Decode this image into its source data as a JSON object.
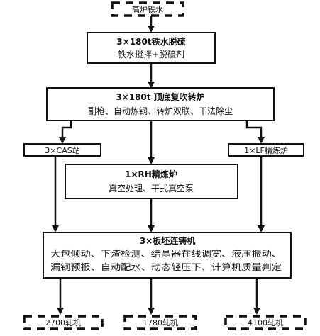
{
  "nodes": {
    "blast_furnace": {
      "label": "高炉铁水"
    },
    "desulfurization": {
      "title": "3×180t铁水脱硫",
      "detail": "铁水搅拌+脱硫剂"
    },
    "converter": {
      "title": "3×180t 顶底复吹转炉",
      "detail": "副枪、自动炼钢、转炉双联、干法除尘"
    },
    "cas": {
      "label": "3×CAS站"
    },
    "lf": {
      "label": "1×LF精炼炉"
    },
    "rh": {
      "title": "1×RH精炼炉",
      "detail": "真空处理、干式真空泵"
    },
    "caster": {
      "title": "3×板坯连铸机",
      "detail_line1": "大包倾动、下渣检测、结晶器在线调宽、液压振动、",
      "detail_line2": "漏钢预报、自动配水、动态轻压下、计算机质量判定"
    },
    "mill_2700": {
      "label": "2700轧机"
    },
    "mill_1780": {
      "label": "1780轧机"
    },
    "mill_4100": {
      "label": "4100轧机"
    }
  },
  "colors": {
    "line": "#111111",
    "box_fill": "#ffffff"
  }
}
